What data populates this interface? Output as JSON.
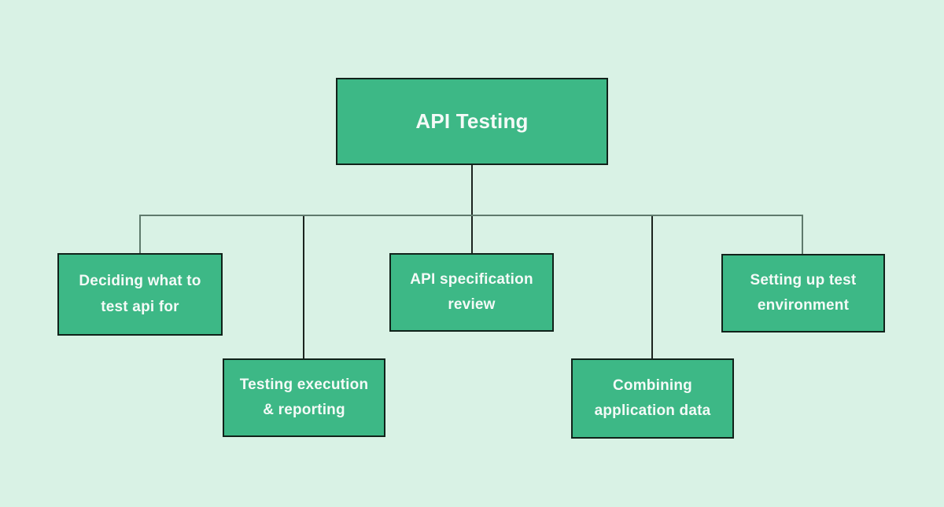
{
  "diagram": {
    "root": {
      "id": "api-testing",
      "label": "API Testing"
    },
    "children": [
      {
        "id": "deciding-what-to-test",
        "label": "Deciding what to test api for"
      },
      {
        "id": "testing-execution-reporting",
        "label": "Testing execution & reporting"
      },
      {
        "id": "api-specification-review",
        "label": "API specification review"
      },
      {
        "id": "combining-application-data",
        "label": "Combining application data"
      },
      {
        "id": "setting-up-test-environment",
        "label": "Setting up test environment"
      }
    ],
    "colors": {
      "background": "#d9f2e5",
      "node_fill": "#3db886",
      "node_border": "#11221a",
      "node_text": "#f4faf7",
      "connector_primary": "#1c241f",
      "connector_secondary": "#5f7a6c"
    }
  }
}
